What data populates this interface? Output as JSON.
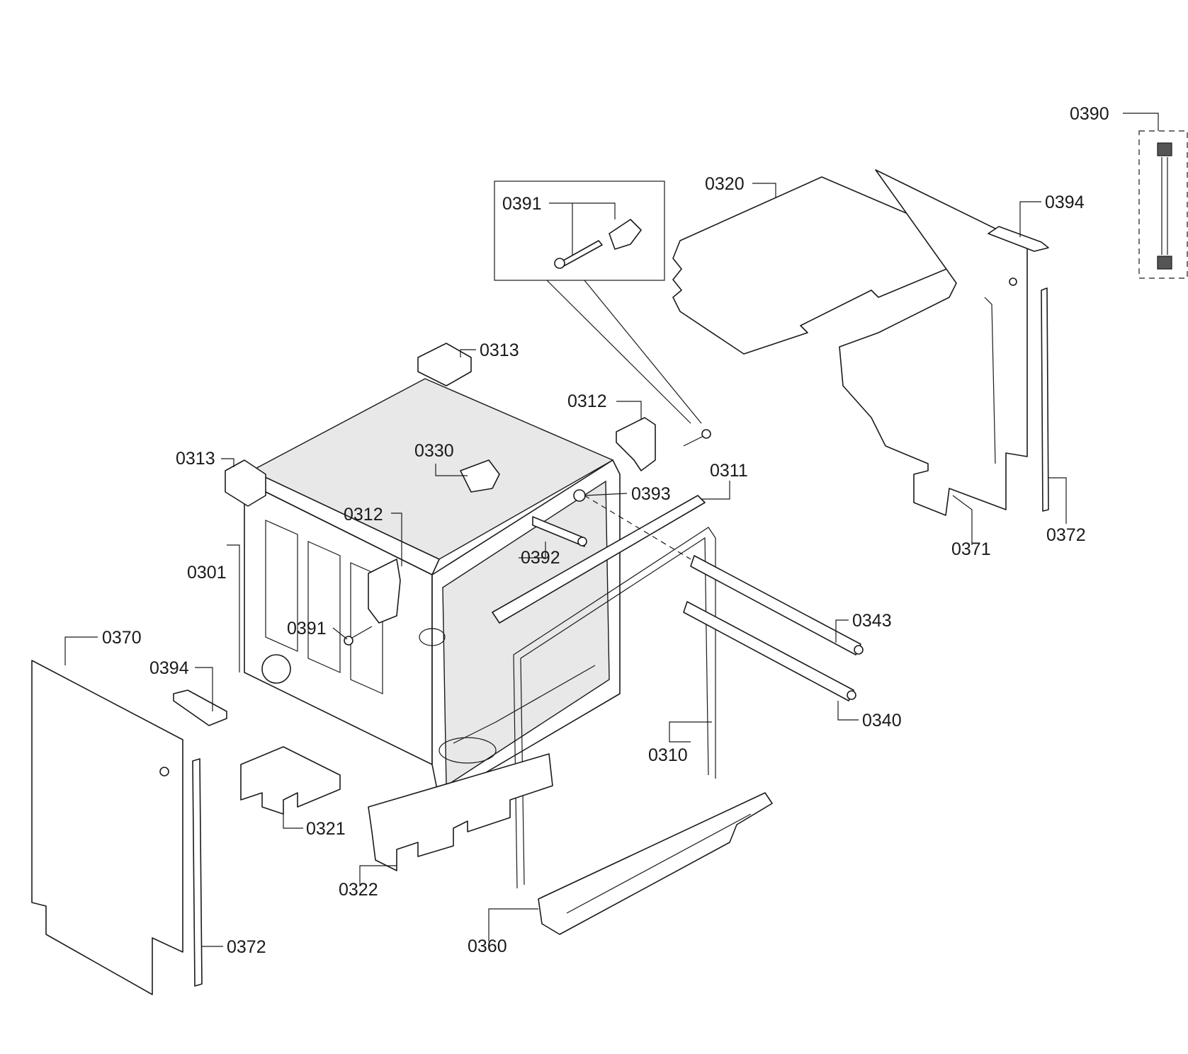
{
  "callouts": {
    "c0390": "0390",
    "c0394_top": "0394",
    "c0320": "0320",
    "c0391_inset": "0391",
    "c0313_top": "0313",
    "c0312_right": "0312",
    "c0330": "0330",
    "c0313_left": "0313",
    "c0311": "0311",
    "c0393": "0393",
    "c0312_left": "0312",
    "c0392": "0392",
    "c0301": "0301",
    "c0371": "0371",
    "c0372_right": "0372",
    "c0391_main": "0391",
    "c0343": "0343",
    "c0370": "0370",
    "c0394_left": "0394",
    "c0340": "0340",
    "c0310": "0310",
    "c0321": "0321",
    "c0322": "0322",
    "c0360": "0360",
    "c0372_left": "0372"
  }
}
